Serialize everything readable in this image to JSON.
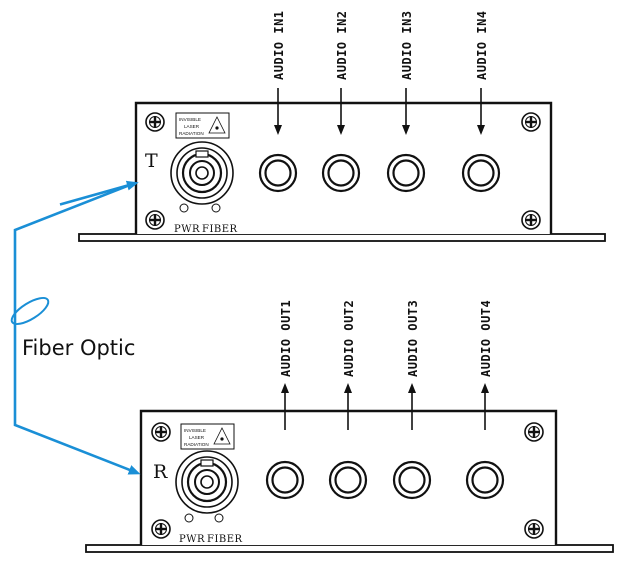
{
  "transmitter": {
    "letter": "T",
    "warning": [
      "INVISIBLE",
      "LASER",
      "RADIATION"
    ],
    "led_labels": [
      "PWR",
      "FIBER"
    ],
    "ports": [
      "AUDIO IN1",
      "AUDIO IN2",
      "AUDIO IN3",
      "AUDIO IN4"
    ]
  },
  "receiver": {
    "letter": "R",
    "warning": [
      "INVISIBLE",
      "LASER",
      "RADIATION"
    ],
    "led_labels": [
      "PWR",
      "FIBER"
    ],
    "ports": [
      "AUDIO OUT1",
      "AUDIO OUT2",
      "AUDIO OUT3",
      "AUDIO OUT4"
    ]
  },
  "cable": {
    "label": "Fiber Optic",
    "color": "#1a8fd6"
  }
}
